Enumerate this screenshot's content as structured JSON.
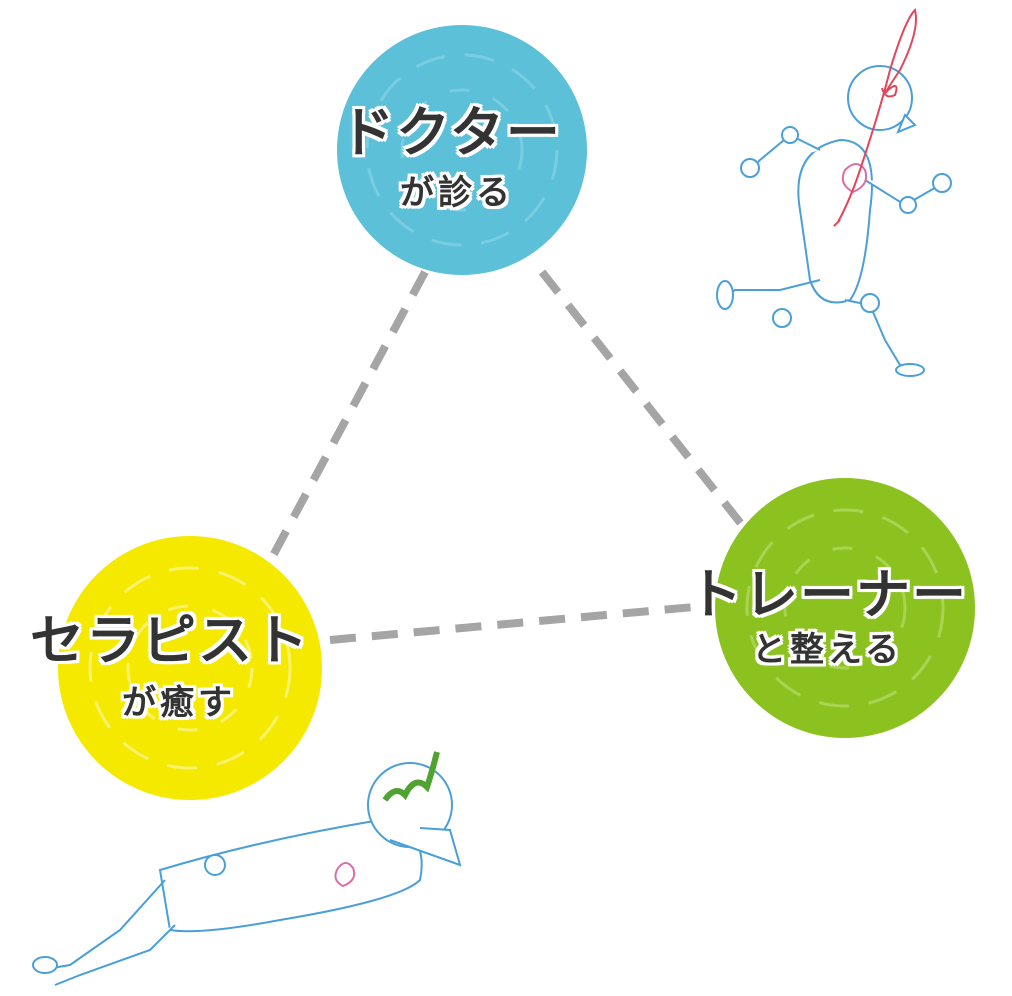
{
  "colors": {
    "doctor": "#5bc0d8",
    "therapist": "#f5e900",
    "trainer": "#8cc21f",
    "line": "#a5a5a5",
    "figure": "#4a9fd8"
  },
  "nodes": {
    "doctor": {
      "title": "ドクター",
      "subtitle": "が診る"
    },
    "therapist": {
      "title": "セラピスト",
      "subtitle": "が癒す"
    },
    "trainer": {
      "title": "トレーナー",
      "subtitle": "と整える"
    }
  }
}
